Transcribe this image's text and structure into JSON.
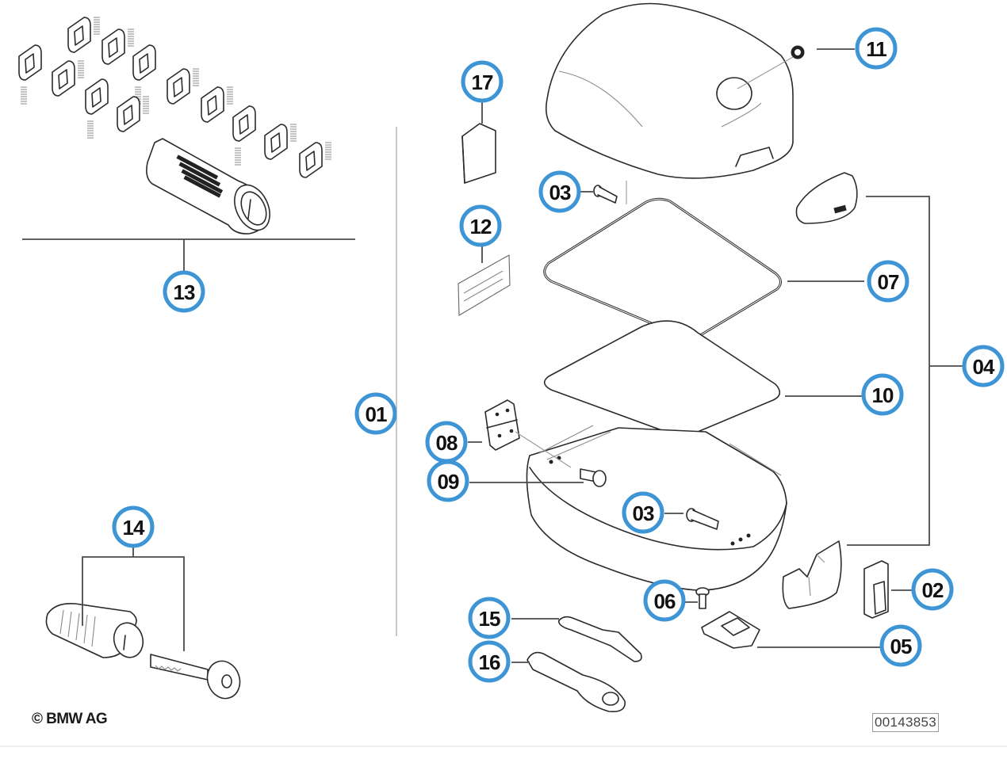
{
  "diagram": {
    "title": "BMW topcase exploded parts diagram",
    "accent_color": "#3d95d6",
    "callouts": [
      {
        "id": "c13",
        "label": "13",
        "part": "lock-cylinder-set-with-tumblers"
      },
      {
        "id": "c14",
        "label": "14",
        "part": "lock-cylinder-and-key"
      },
      {
        "id": "c01",
        "label": "01",
        "part": "topcase-assembly"
      },
      {
        "id": "c17",
        "label": "17",
        "part": "owners-booklet"
      },
      {
        "id": "c12",
        "label": "12",
        "part": "label-plate"
      },
      {
        "id": "c11",
        "label": "11",
        "part": "bmw-emblem"
      },
      {
        "id": "c03a",
        "label": "03",
        "part": "lid-screw"
      },
      {
        "id": "c07",
        "label": "07",
        "part": "gasket"
      },
      {
        "id": "c10",
        "label": "10",
        "part": "inner-pad"
      },
      {
        "id": "c04",
        "label": "04",
        "part": "cover-set"
      },
      {
        "id": "c08",
        "label": "08",
        "part": "hinge"
      },
      {
        "id": "c09",
        "label": "09",
        "part": "hinge-screw"
      },
      {
        "id": "c03b",
        "label": "03",
        "part": "base-screw"
      },
      {
        "id": "c02",
        "label": "02",
        "part": "clip"
      },
      {
        "id": "c06",
        "label": "06",
        "part": "bolt"
      },
      {
        "id": "c05",
        "label": "05",
        "part": "latch-bracket"
      },
      {
        "id": "c15",
        "label": "15",
        "part": "grab-cover"
      },
      {
        "id": "c16",
        "label": "16",
        "part": "handle"
      }
    ]
  },
  "footer": {
    "copyright": "© BMW AG",
    "drawing_number": "00143853"
  }
}
